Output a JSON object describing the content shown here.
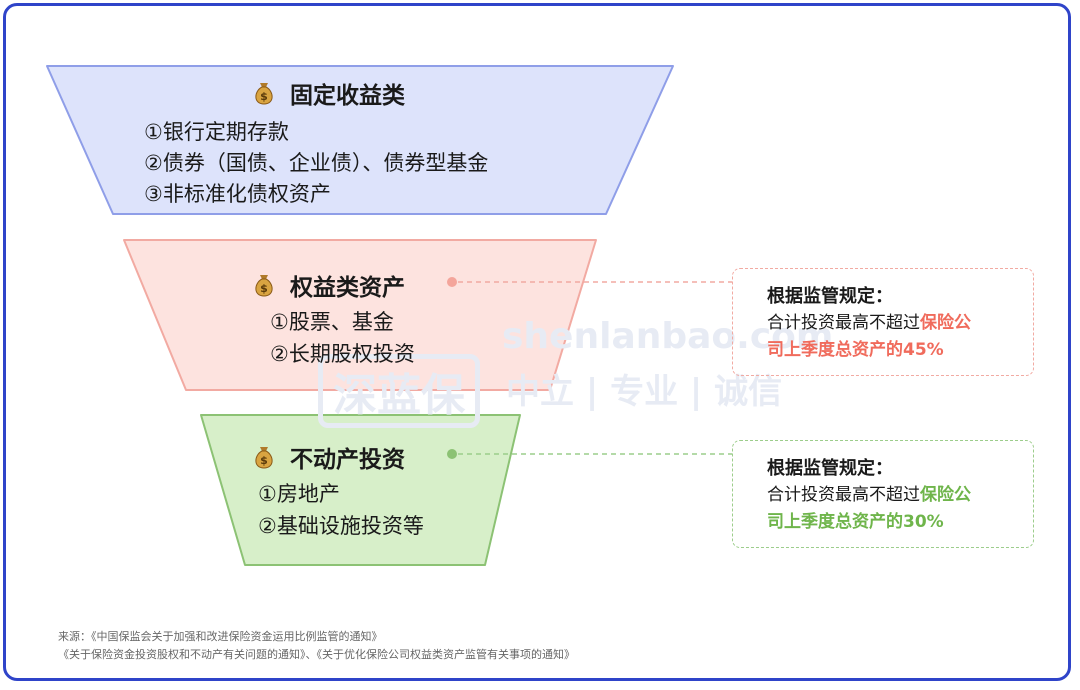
{
  "tiers": [
    {
      "title": "固定收益类",
      "items": [
        "①银行定期存款",
        "②债券（国债、企业债）、债券型基金",
        "③非标准化债权资产"
      ]
    },
    {
      "title": "权益类资产",
      "items": [
        "①股票、基金",
        "②长期股权投资"
      ]
    },
    {
      "title": "不动产投资",
      "items": [
        "①房地产",
        "②基础设施投资等"
      ]
    }
  ],
  "notes": [
    {
      "title": "根据监管规定：",
      "line1_prefix": "合计投资最高不超过",
      "line1_highlight": "保险公",
      "line2_highlight": "司上季度总资产的45%"
    },
    {
      "title": "根据监管规定：",
      "line1_prefix": "合计投资最高不超过",
      "line1_highlight": "保险公",
      "line2_highlight": "司上季度总资产的30%"
    }
  ],
  "watermark": {
    "domain": "shenlanbao.com",
    "brand": "深蓝保",
    "slogan": "中立 | 专业 | 诚信"
  },
  "source": {
    "line1": "来源：《中国保监会关于加强和改进保险资金运用比例监管的通知》",
    "line2": "《关于保险资金投资股权和不动产有关问题的通知》、《关于优化保险公司权益类资产监管有关事项的通知》"
  },
  "colors": {
    "frame": "#2f44c9",
    "tier1_fill": "#dde3fb",
    "tier1_stroke": "#8f9ee8",
    "tier2_fill": "#fde3df",
    "tier2_stroke": "#f2aaa2",
    "tier3_fill": "#d7efc9",
    "tier3_stroke": "#8cc274",
    "highlight_red": "#f06b5c",
    "highlight_green": "#6fb54b"
  }
}
